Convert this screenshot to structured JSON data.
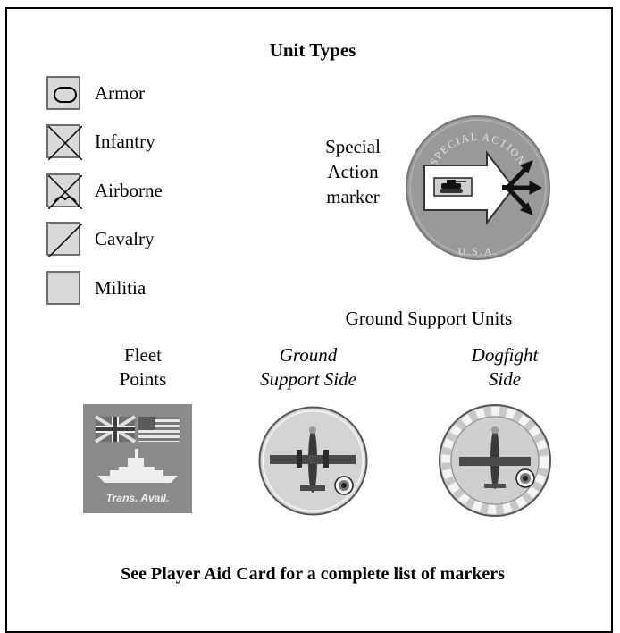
{
  "title": "Unit Types",
  "unit_types": [
    {
      "label": "Armor",
      "symbol": "armor-icon"
    },
    {
      "label": "Infantry",
      "symbol": "infantry-icon"
    },
    {
      "label": "Airborne",
      "symbol": "airborne-icon"
    },
    {
      "label": "Cavalry",
      "symbol": "cavalry-icon"
    },
    {
      "label": "Militia",
      "symbol": "militia-icon"
    }
  ],
  "special_action": {
    "label_lines": [
      "Special",
      "Action",
      "marker"
    ],
    "marker_top_text": "SPECIAL ACTION",
    "marker_bottom_text": "U.S.A."
  },
  "ground_support": {
    "heading": "Ground Support Units",
    "ground_side_lines": [
      "Ground",
      "Support Side"
    ],
    "dogfight_side_lines": [
      "Dogfight",
      "Side"
    ]
  },
  "fleet_points": {
    "label_lines": [
      "Fleet",
      "Points"
    ],
    "tile_caption": "Trans. Avail."
  },
  "footer": "See Player Aid Card for a complete list of markers",
  "colors": {
    "counter_gray": "#d9d9d9",
    "border_gray": "#6e6e6e",
    "marker_gray": "#999999",
    "tile_gray": "#8a8a8a"
  }
}
